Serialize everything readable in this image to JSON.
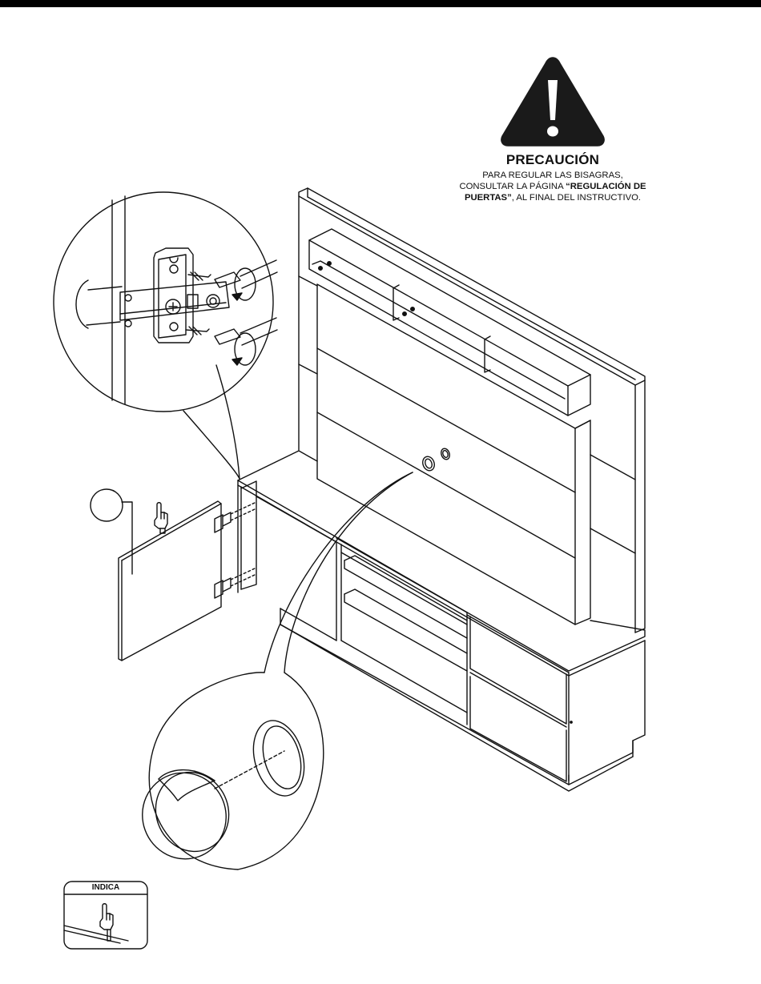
{
  "caution": {
    "title": "PRECAUCIÓN",
    "line1": "PARA REGULAR LAS BISAGRAS,",
    "line2_prefix": "CONSULTAR LA PÁGINA ",
    "line2_bold": "“REGULACIÓN DE",
    "line3_bold": "PUERTAS”",
    "line3_suffix": ", AL FINAL DEL INSTRUCTIVO."
  },
  "legend": {
    "label": "INDICA",
    "icon": "pointing-hand-icon"
  },
  "icons": {
    "warning": "warning-triangle-icon",
    "rotate": "rotate-arrow-icon",
    "pointer": "pointing-hand-icon"
  },
  "colors": {
    "line": "#111111",
    "warning_fill": "#1a1a1a",
    "background": "#ffffff"
  }
}
